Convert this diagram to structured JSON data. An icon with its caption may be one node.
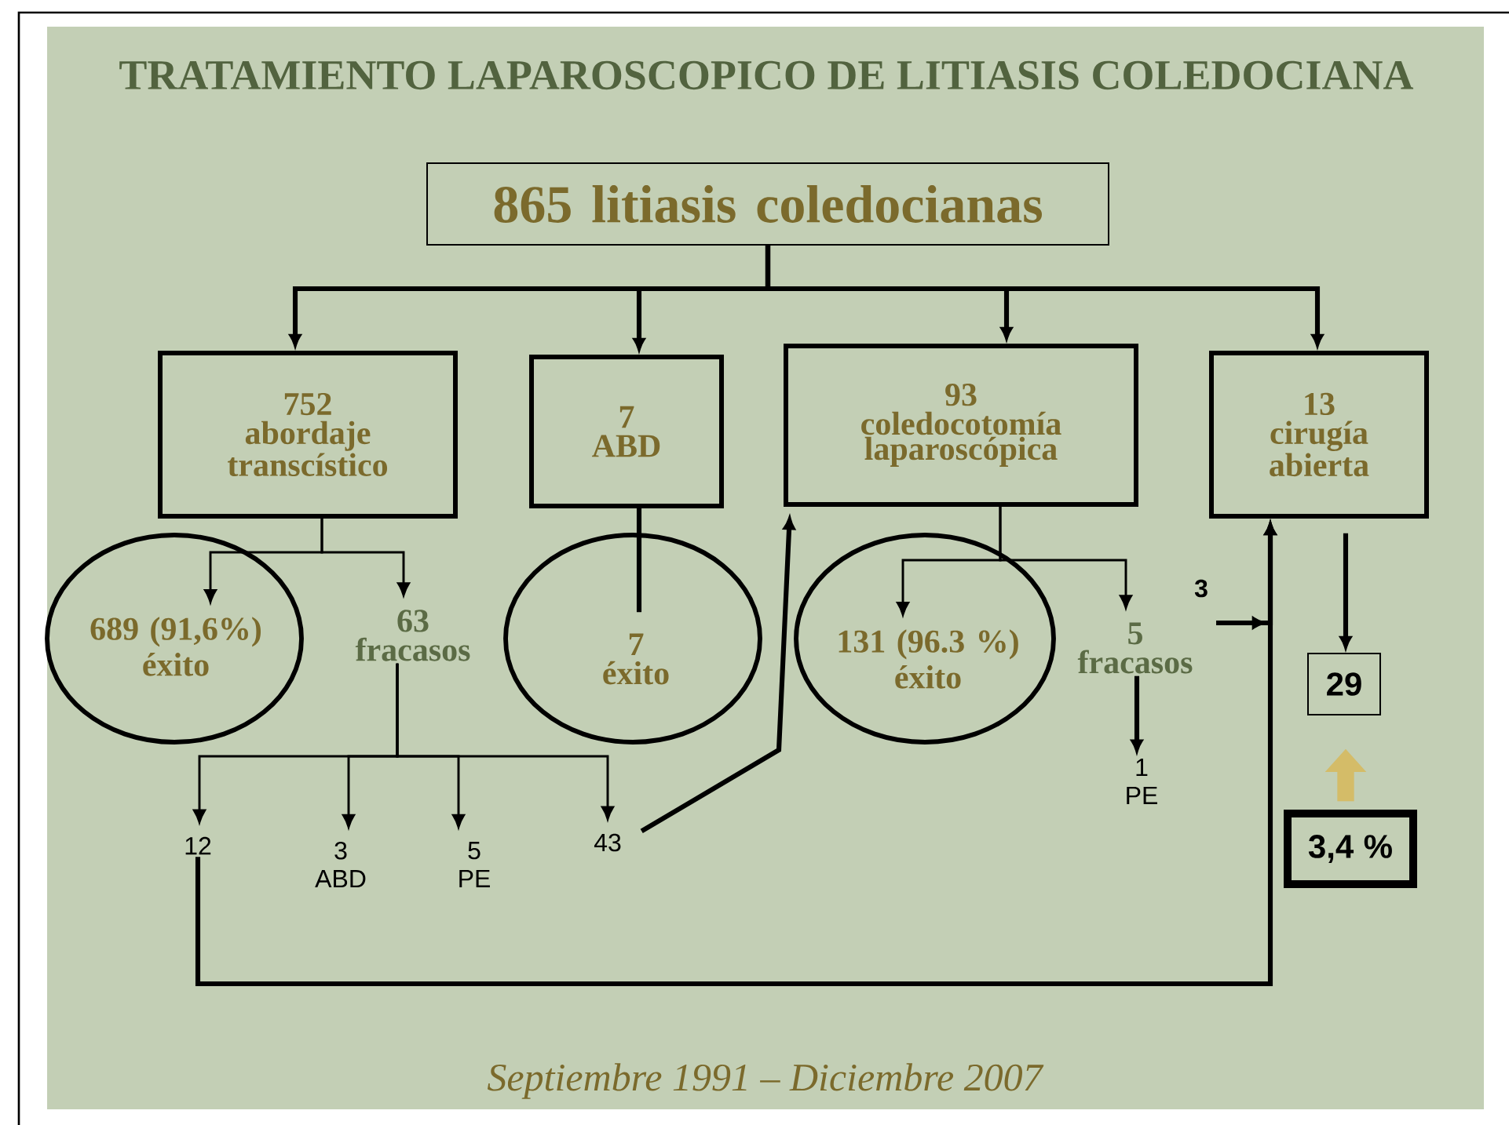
{
  "diagram": {
    "title": "TRATAMIENTO LAPAROSCOPICO DE LITIASIS COLEDOCIANA",
    "caption": "Septiembre 1991 – Diciembre 2007",
    "nodes": [
      {
        "text": [
          "865 litiasis coledocianas"
        ]
      },
      {
        "text": [
          "752",
          "abordaje transcístico"
        ]
      },
      {
        "text": [
          "7",
          "ABD"
        ]
      },
      {
        "text": [
          "93",
          "coledocotomía laparoscópica"
        ]
      },
      {
        "text": [
          "13",
          "cirugía abierta"
        ]
      },
      {
        "text": [
          "689 (91,6%)",
          "éxito"
        ]
      },
      {
        "text": [
          "63",
          "fracasos"
        ]
      },
      {
        "text": [
          "7",
          "éxito"
        ]
      },
      {
        "text": [
          "131 (96.3 %)",
          "éxito"
        ]
      },
      {
        "text": [
          "5",
          "fracasos"
        ]
      },
      {
        "text": [
          "12"
        ]
      },
      {
        "text": [
          "3",
          "ABD"
        ]
      },
      {
        "text": [
          "5",
          "PE"
        ]
      },
      {
        "text": [
          "43"
        ]
      },
      {
        "text": [
          "1",
          "PE"
        ]
      },
      {
        "text": [
          "29"
        ]
      },
      {
        "text": [
          "3,4 %"
        ]
      }
    ],
    "edges": [
      {
        "from": 0,
        "to": 1,
        "arrow": "to"
      },
      {
        "from": 0,
        "to": 2,
        "arrow": "to"
      },
      {
        "from": 0,
        "to": 3,
        "arrow": "to"
      },
      {
        "from": 0,
        "to": 4,
        "arrow": "to"
      },
      {
        "from": 1,
        "to": 5,
        "arrow": "to"
      },
      {
        "from": 1,
        "to": 6,
        "arrow": "to"
      },
      {
        "from": 2,
        "to": 7,
        "arrow": "none"
      },
      {
        "from": 3,
        "to": 8,
        "arrow": "to"
      },
      {
        "from": 3,
        "to": 9,
        "arrow": "to"
      },
      {
        "from": 6,
        "to": 10,
        "arrow": "to"
      },
      {
        "from": 6,
        "to": 11,
        "arrow": "to"
      },
      {
        "from": 6,
        "to": 12,
        "arrow": "to"
      },
      {
        "from": 6,
        "to": 13,
        "arrow": "to"
      },
      {
        "from": 13,
        "to": 3,
        "arrow": "to"
      },
      {
        "from": 9,
        "to": 4,
        "arrow": "to",
        "label": "3"
      },
      {
        "from": 10,
        "to": 4,
        "arrow": "to"
      },
      {
        "from": 9,
        "to": 14,
        "arrow": "to"
      },
      {
        "from": 4,
        "to": 15,
        "arrow": "to"
      },
      {
        "from": 16,
        "to": 15,
        "arrow": "to",
        "style": "thick",
        "color": "#d4bc68"
      }
    ]
  }
}
